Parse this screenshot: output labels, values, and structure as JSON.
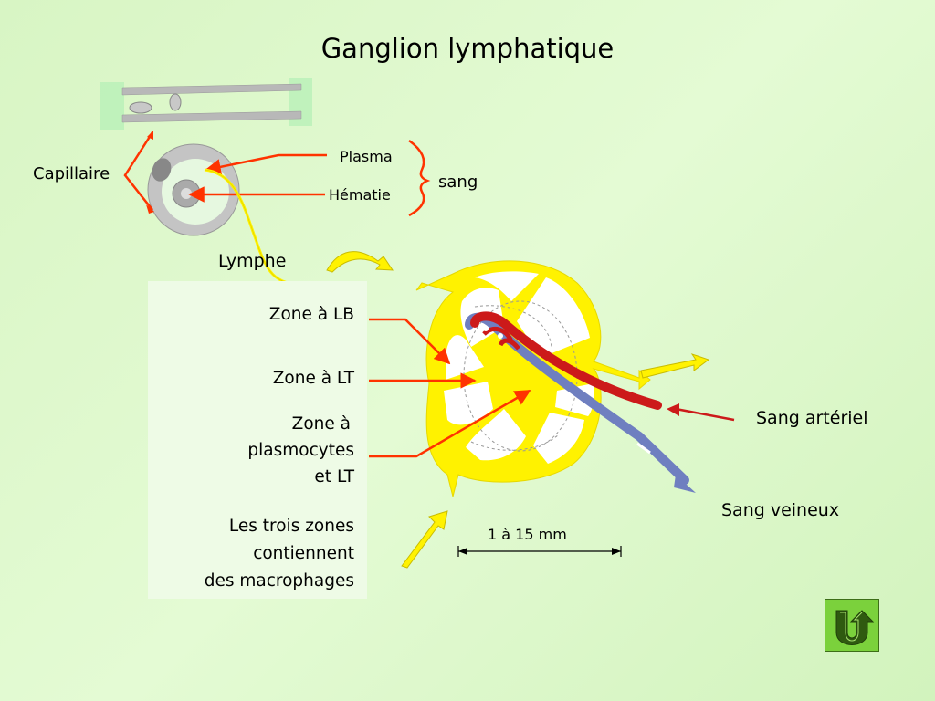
{
  "title": "Ganglion lymphatique",
  "labels": {
    "capillaire": "Capillaire",
    "plasma": "Plasma",
    "hematie": "Hématie",
    "sang": "sang",
    "lymphe": "Lymphe",
    "sang_arteriel": "Sang artériel",
    "sang_veineux": "Sang veineux",
    "scale": "1 à 15 mm"
  },
  "zones": {
    "lb": "Zone à LB",
    "lt": "Zone à LT",
    "plasmocytes_line1": "Zone à",
    "plasmocytes_line2": "plasmocytes",
    "plasmocytes_line3": "et LT",
    "note_line1": "Les trois zones",
    "note_line2": "contiennent",
    "note_line3": "des macrophages"
  },
  "colors": {
    "lymph_yellow": "#fff200",
    "pointer_red": "#ff3300",
    "artery_red": "#cc1a1a",
    "vein_blue": "#6f7fc0",
    "capillary_gray": "#b8b8b8",
    "button_green": "#7bd13c"
  },
  "icons": {
    "back": "u-turn-arrow-icon"
  }
}
